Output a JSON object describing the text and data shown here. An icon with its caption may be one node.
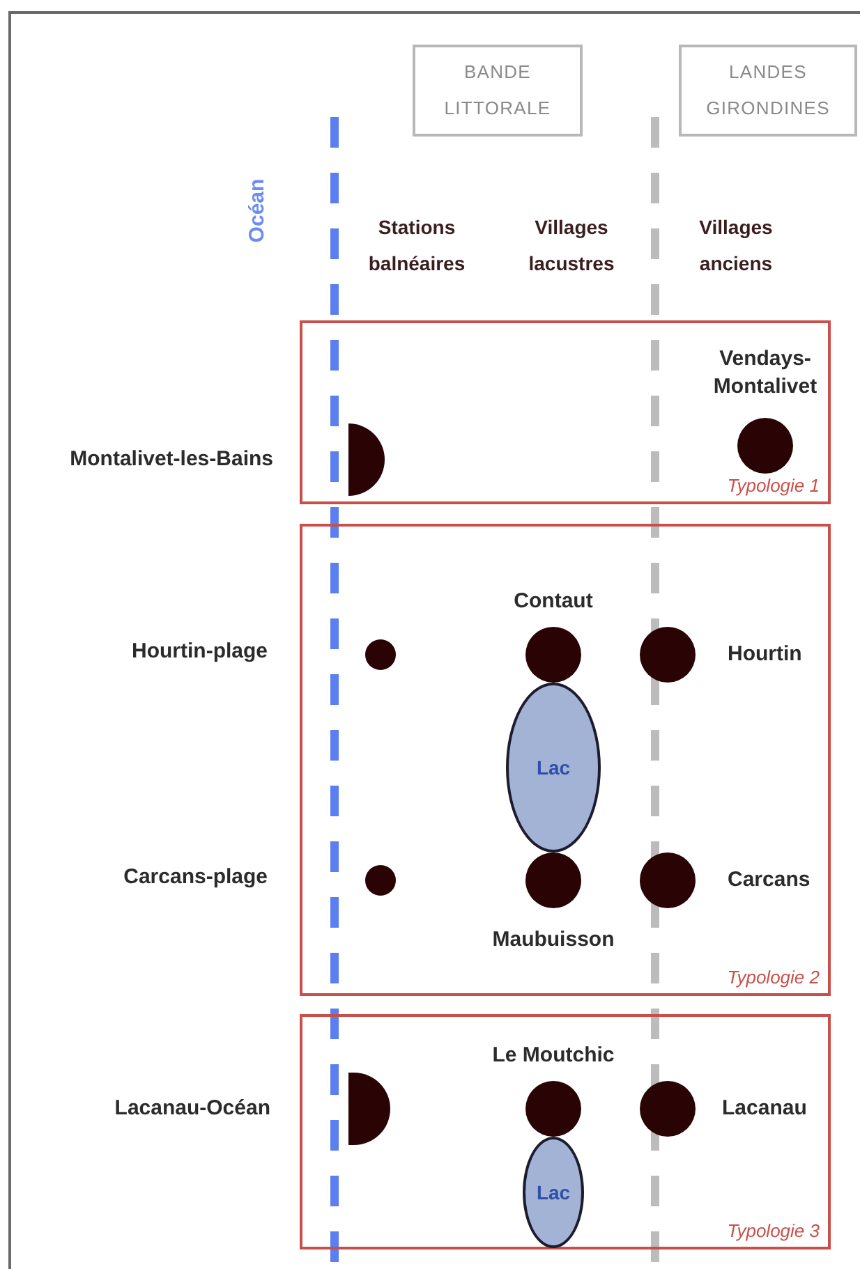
{
  "diagram": {
    "nodes": [
      {
        "text": [
          "BANDE LITTORALE"
        ]
      },
      {
        "text": [
          "LANDES GIRONDINES"
        ]
      },
      {
        "text": [
          "Typologie 1"
        ]
      },
      {
        "text": [],
        "shape": "semicircle",
        "in": 2,
        "beside": [
          "Montalivet-les-Bains"
        ]
      },
      {
        "text": [],
        "shape": "circle",
        "in": 2,
        "beside": [
          "Vendays-Montalivet"
        ]
      },
      {
        "text": [
          "Typologie 2"
        ]
      },
      {
        "text": [],
        "shape": "circle",
        "in": 5
      },
      {
        "text": [],
        "shape": "circle",
        "in": 5,
        "beside": [
          "Contaut"
        ]
      },
      {
        "text": [],
        "shape": "circle",
        "in": 5,
        "beside": [
          "Hourtin"
        ]
      },
      {
        "text": [
          "Lac"
        ],
        "in": 5
      },
      {
        "text": [],
        "shape": "circle",
        "in": 5
      },
      {
        "text": [],
        "shape": "circle",
        "in": 5,
        "beside": [
          "Maubuisson"
        ]
      },
      {
        "text": [],
        "shape": "circle",
        "in": 5,
        "beside": [
          "Carcans"
        ]
      },
      {
        "text": [
          "Typologie 3"
        ]
      },
      {
        "text": [],
        "shape": "semicircle",
        "in": 13,
        "beside": [
          "Lacanau-Océan"
        ]
      },
      {
        "text": [],
        "shape": "circle",
        "in": 13,
        "beside": [
          "Le Moutchic"
        ]
      },
      {
        "text": [],
        "shape": "circle",
        "in": 13,
        "beside": [
          "Lacanau"
        ]
      },
      {
        "text": [
          "Lac"
        ],
        "in": 13
      }
    ],
    "labels": [
      "Océan",
      "Stations balnéaires",
      "Villages lacustres",
      "Villages anciens",
      "Hourtin-plage",
      "Carcans-plage"
    ]
  }
}
